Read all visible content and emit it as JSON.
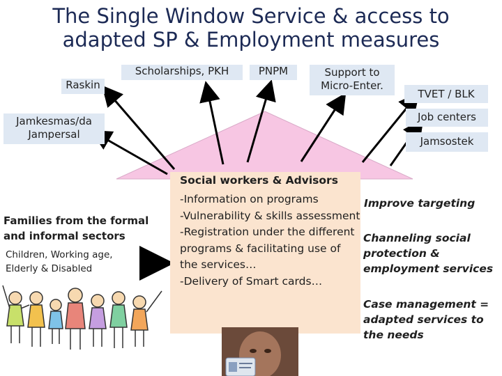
{
  "title": {
    "line1": "The Single Window Service & access to",
    "line2": "adapted SP & Employment measures"
  },
  "programs": {
    "raskin": "Raskin",
    "scholarships": "Scholarships, PKH",
    "pnpm": "PNPM",
    "support_line1": "Support to",
    "support_line2": "Micro-Enter.",
    "tvet": "TVET / BLK",
    "job_centers": "Job centers",
    "jamsostek": "Jamsostek",
    "jamkesmas_line1": "Jamkesmas/da",
    "jamkesmas_line2": "Jampersal"
  },
  "single_window": {
    "heading": "Social workers & Advisors",
    "items": [
      "-Information on programs",
      "-Vulnerability & skills assessment",
      "-Registration under the different",
      "programs & facilitating use of",
      "the services…",
      "-Delivery of Smart cards…"
    ]
  },
  "families": {
    "heading_line1": "Families from the formal",
    "heading_line2": "and informal sectors",
    "sub_line1": "Children, Working age,",
    "sub_line2": "Elderly & Disabled"
  },
  "outcomes": {
    "improve": "Improve targeting",
    "channeling_line1": "Channeling social",
    "channeling_line2": "protection &",
    "channeling_line3": "employment services",
    "case_line1": "Case management =",
    "case_line2": "adapted services to",
    "case_line3": "the needs"
  },
  "colors": {
    "roof": "#f7c6e3",
    "program_box": "#dfe8f3",
    "content_box": "#fbe4cf",
    "title": "#1c2a55"
  }
}
